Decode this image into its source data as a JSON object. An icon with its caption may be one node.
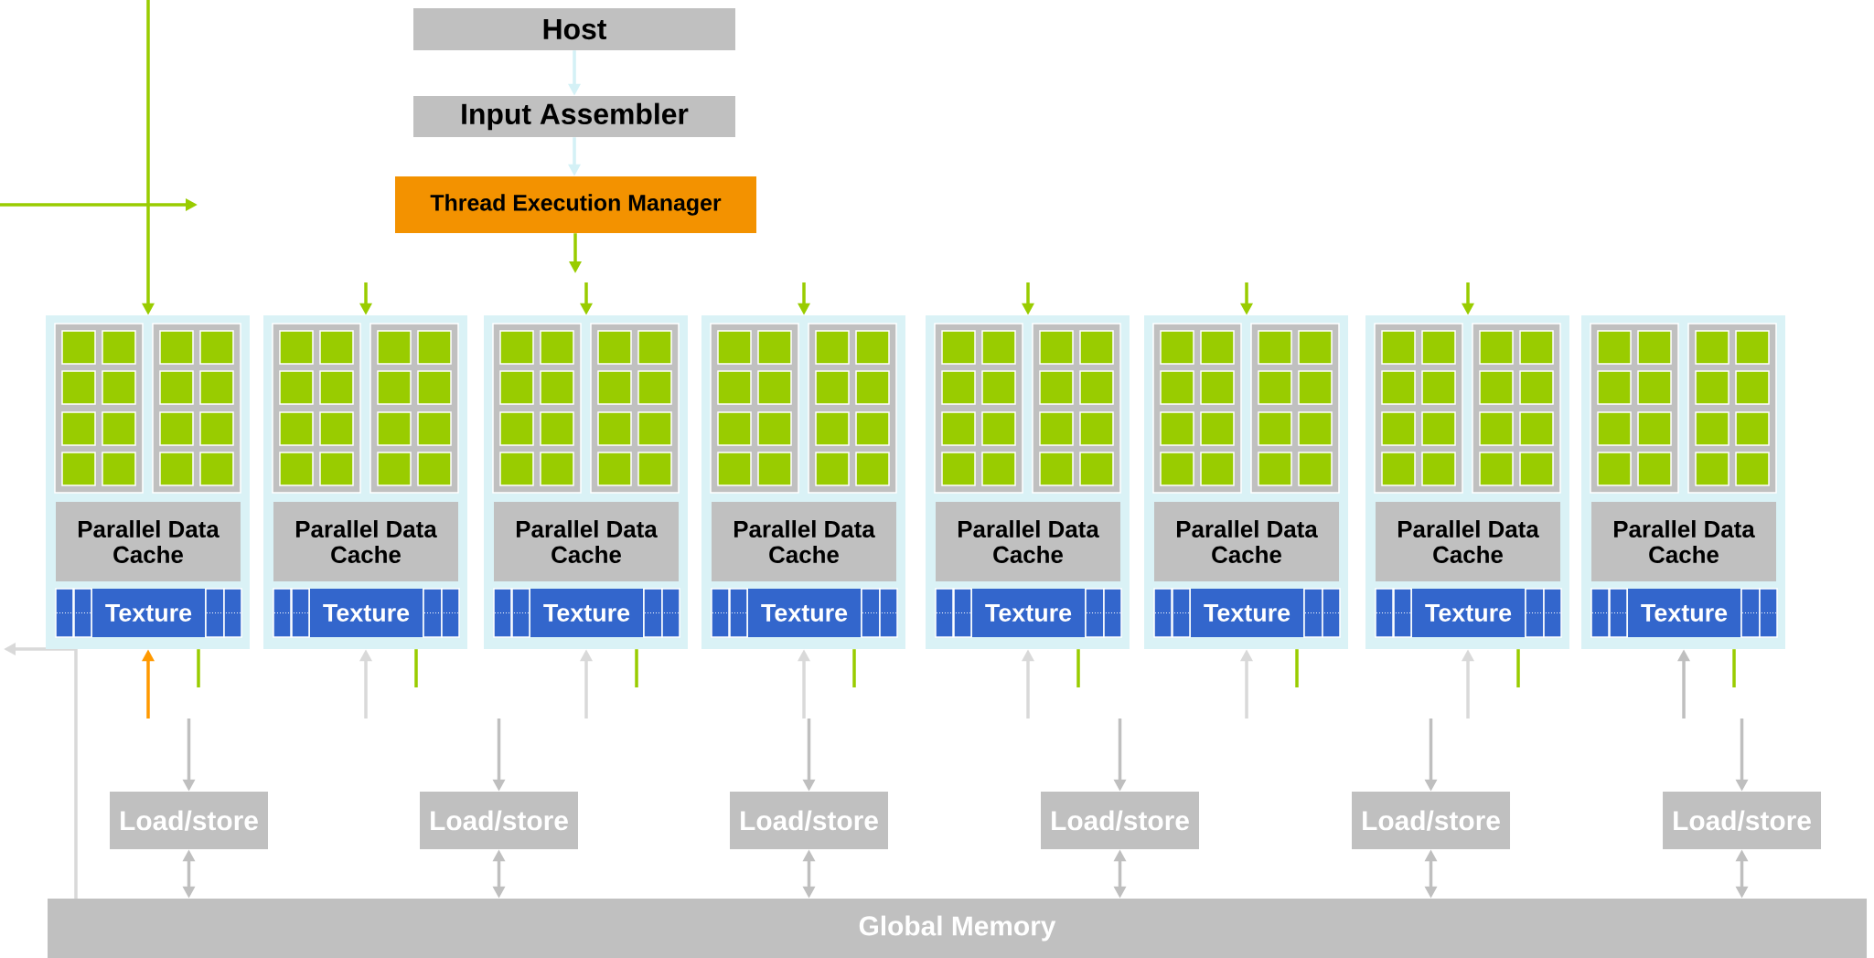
{
  "diagram": {
    "nodes": [
      {
        "text": [
          "Host"
        ]
      },
      {
        "text": [
          "Input Assembler"
        ]
      },
      {
        "text": [
          "Thread Execution Manager"
        ]
      },
      {
        "text": [],
        "shape": "box"
      },
      {
        "text": [
          "Parallel Data Cache"
        ],
        "in": 3
      },
      {
        "text": [
          "Texture"
        ],
        "in": 3
      },
      {
        "text": [],
        "shape": "box"
      },
      {
        "text": [
          "Parallel Data Cache"
        ],
        "in": 6
      },
      {
        "text": [
          "Texture"
        ],
        "in": 6
      },
      {
        "text": [],
        "shape": "box"
      },
      {
        "text": [
          "Parallel Data Cache"
        ],
        "in": 9
      },
      {
        "text": [
          "Texture"
        ],
        "in": 9
      },
      {
        "text": [],
        "shape": "box"
      },
      {
        "text": [
          "Parallel Data Cache"
        ],
        "in": 12
      },
      {
        "text": [
          "Texture"
        ],
        "in": 12
      },
      {
        "text": [],
        "shape": "box"
      },
      {
        "text": [
          "Parallel Data Cache"
        ],
        "in": 15
      },
      {
        "text": [
          "Texture"
        ],
        "in": 15
      },
      {
        "text": [],
        "shape": "box"
      },
      {
        "text": [
          "Parallel Data Cache"
        ],
        "in": 18
      },
      {
        "text": [
          "Texture"
        ],
        "in": 18
      },
      {
        "text": [],
        "shape": "box"
      },
      {
        "text": [
          "Parallel Data Cache"
        ],
        "in": 21
      },
      {
        "text": [
          "Texture"
        ],
        "in": 21
      },
      {
        "text": [],
        "shape": "box"
      },
      {
        "text": [
          "Parallel Data Cache"
        ],
        "in": 24
      },
      {
        "text": [
          "Texture"
        ],
        "in": 24
      },
      {
        "text": [
          "Load/store"
        ]
      },
      {
        "text": [
          "Load/store"
        ]
      },
      {
        "text": [
          "Load/store"
        ]
      },
      {
        "text": [
          "Load/store"
        ]
      },
      {
        "text": [
          "Load/store"
        ]
      },
      {
        "text": [
          "Load/store"
        ]
      },
      {
        "text": [
          "Global Memory"
        ]
      }
    ],
    "edges": [
      {
        "from": 0,
        "to": 1,
        "arrow": "to",
        "color": "#d4f1f6"
      },
      {
        "from": 1,
        "to": 2,
        "arrow": "to",
        "color": "#d4f1f6"
      },
      {
        "from": 2,
        "to": null,
        "arrow": "to",
        "color": "#99cc00"
      },
      {
        "from": null,
        "to": 3,
        "arrow": "to",
        "color": "#99cc00"
      },
      {
        "from": null,
        "to": 6,
        "arrow": "to",
        "color": "#99cc00"
      },
      {
        "from": null,
        "to": 9,
        "arrow": "to",
        "color": "#99cc00"
      },
      {
        "from": null,
        "to": 12,
        "arrow": "to",
        "color": "#99cc00"
      },
      {
        "from": null,
        "to": 15,
        "arrow": "to",
        "color": "#99cc00"
      },
      {
        "from": null,
        "to": 18,
        "arrow": "to",
        "color": "#99cc00"
      },
      {
        "from": null,
        "to": 21,
        "arrow": "to",
        "color": "#99cc00"
      },
      {
        "from": null,
        "to": 3,
        "arrow": "to",
        "color": "#ff9900"
      },
      {
        "from": null,
        "to": 6,
        "arrow": "to",
        "color": "#d9d9d9"
      },
      {
        "from": null,
        "to": 9,
        "arrow": "to",
        "color": "#d9d9d9"
      },
      {
        "from": null,
        "to": 12,
        "arrow": "to",
        "color": "#d9d9d9"
      },
      {
        "from": null,
        "to": 15,
        "arrow": "to",
        "color": "#d9d9d9"
      },
      {
        "from": null,
        "to": 18,
        "arrow": "to",
        "color": "#d9d9d9"
      },
      {
        "from": null,
        "to": 21,
        "arrow": "to",
        "color": "#d9d9d9"
      },
      {
        "from": null,
        "to": 24,
        "arrow": "to",
        "color": "#bfbfbf"
      },
      {
        "from": 3,
        "to": null,
        "arrow": "none",
        "color": "#99cc00"
      },
      {
        "from": 6,
        "to": null,
        "arrow": "none",
        "color": "#99cc00"
      },
      {
        "from": 9,
        "to": null,
        "arrow": "none",
        "color": "#99cc00"
      },
      {
        "from": 12,
        "to": null,
        "arrow": "none",
        "color": "#99cc00"
      },
      {
        "from": 15,
        "to": null,
        "arrow": "none",
        "color": "#99cc00"
      },
      {
        "from": 18,
        "to": null,
        "arrow": "none",
        "color": "#99cc00"
      },
      {
        "from": 21,
        "to": null,
        "arrow": "none",
        "color": "#99cc00"
      },
      {
        "from": 24,
        "to": null,
        "arrow": "none",
        "color": "#99cc00"
      },
      {
        "from": null,
        "to": 27,
        "arrow": "to",
        "color": "#bfbfbf"
      },
      {
        "from": null,
        "to": 28,
        "arrow": "to",
        "color": "#bfbfbf"
      },
      {
        "from": null,
        "to": 29,
        "arrow": "to",
        "color": "#bfbfbf"
      },
      {
        "from": null,
        "to": 30,
        "arrow": "to",
        "color": "#bfbfbf"
      },
      {
        "from": null,
        "to": 31,
        "arrow": "to",
        "color": "#bfbfbf"
      },
      {
        "from": null,
        "to": 32,
        "arrow": "to",
        "color": "#bfbfbf"
      },
      {
        "from": 27,
        "to": 33,
        "arrow": "both",
        "color": "#bfbfbf"
      },
      {
        "from": 28,
        "to": 33,
        "arrow": "both",
        "color": "#bfbfbf"
      },
      {
        "from": 29,
        "to": 33,
        "arrow": "both",
        "color": "#bfbfbf"
      },
      {
        "from": 30,
        "to": 33,
        "arrow": "both",
        "color": "#bfbfbf"
      },
      {
        "from": 31,
        "to": 33,
        "arrow": "both",
        "color": "#bfbfbf"
      },
      {
        "from": 32,
        "to": 33,
        "arrow": "both",
        "color": "#bfbfbf"
      }
    ]
  }
}
